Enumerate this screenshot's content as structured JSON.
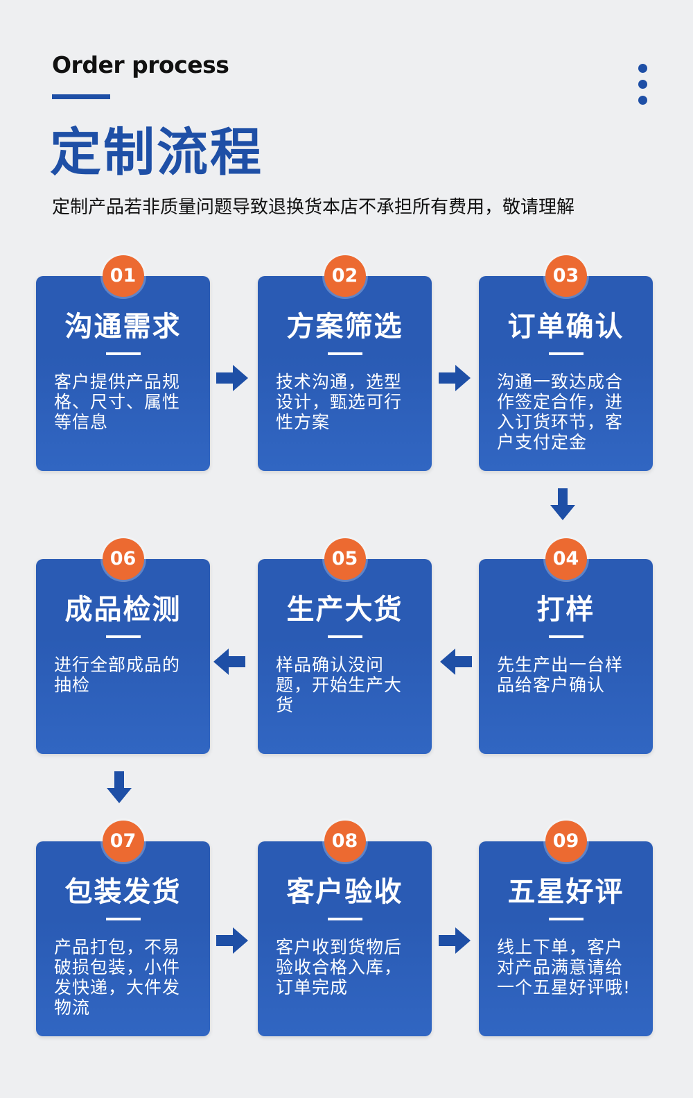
{
  "header": {
    "subtitle_en": "Order process",
    "title": "定制流程",
    "notice": "定制产品若非质量问题导致退换货本店不承担所有费用，敬请理解"
  },
  "accent_color": "#1e4fa6",
  "badge_color": "#ec6a31",
  "steps": [
    {
      "number": "01",
      "title": "沟通需求",
      "desc": "客户提供产品规格、尺寸、属性等信息"
    },
    {
      "number": "02",
      "title": "方案筛选",
      "desc": "技术沟通，选型设计，甄选可行性方案"
    },
    {
      "number": "03",
      "title": "订单确认",
      "desc": "沟通一致达成合作签定合作，进入订货环节，客户支付定金"
    },
    {
      "number": "04",
      "title": "打样",
      "desc": "先生产出一台样品给客户确认"
    },
    {
      "number": "05",
      "title": "生产大货",
      "desc": "样品确认没问题，开始生产大货"
    },
    {
      "number": "06",
      "title": "成品检测",
      "desc": "进行全部成品的抽检"
    },
    {
      "number": "07",
      "title": "包装发货",
      "desc": "产品打包，不易破损包装，小件发快递，大件发物流"
    },
    {
      "number": "08",
      "title": "客户验收",
      "desc": "客户收到货物后验收合格入库，订单完成"
    },
    {
      "number": "09",
      "title": "五星好评",
      "desc": "线上下单，客户对产品满意请给一个五星好评哦!"
    }
  ]
}
